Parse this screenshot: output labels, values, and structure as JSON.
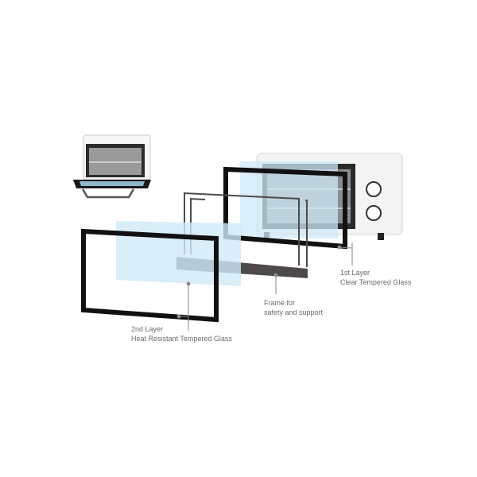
{
  "labels": {
    "first_layer": {
      "line1": "1st Layer",
      "line2": "Clear Tempered Glass"
    },
    "frame": {
      "line1": "Frame for",
      "line2": "safety and support"
    },
    "second_layer": {
      "line1": "2nd Layer",
      "line2": "Heat Resistant Tempered Glass"
    }
  },
  "colors": {
    "glass": "#cfeaf8",
    "frame_black": "#111111",
    "support_frame": "#4f4a4a",
    "leader": "#8a8a8a",
    "oven_body": "#f4f4f4"
  }
}
